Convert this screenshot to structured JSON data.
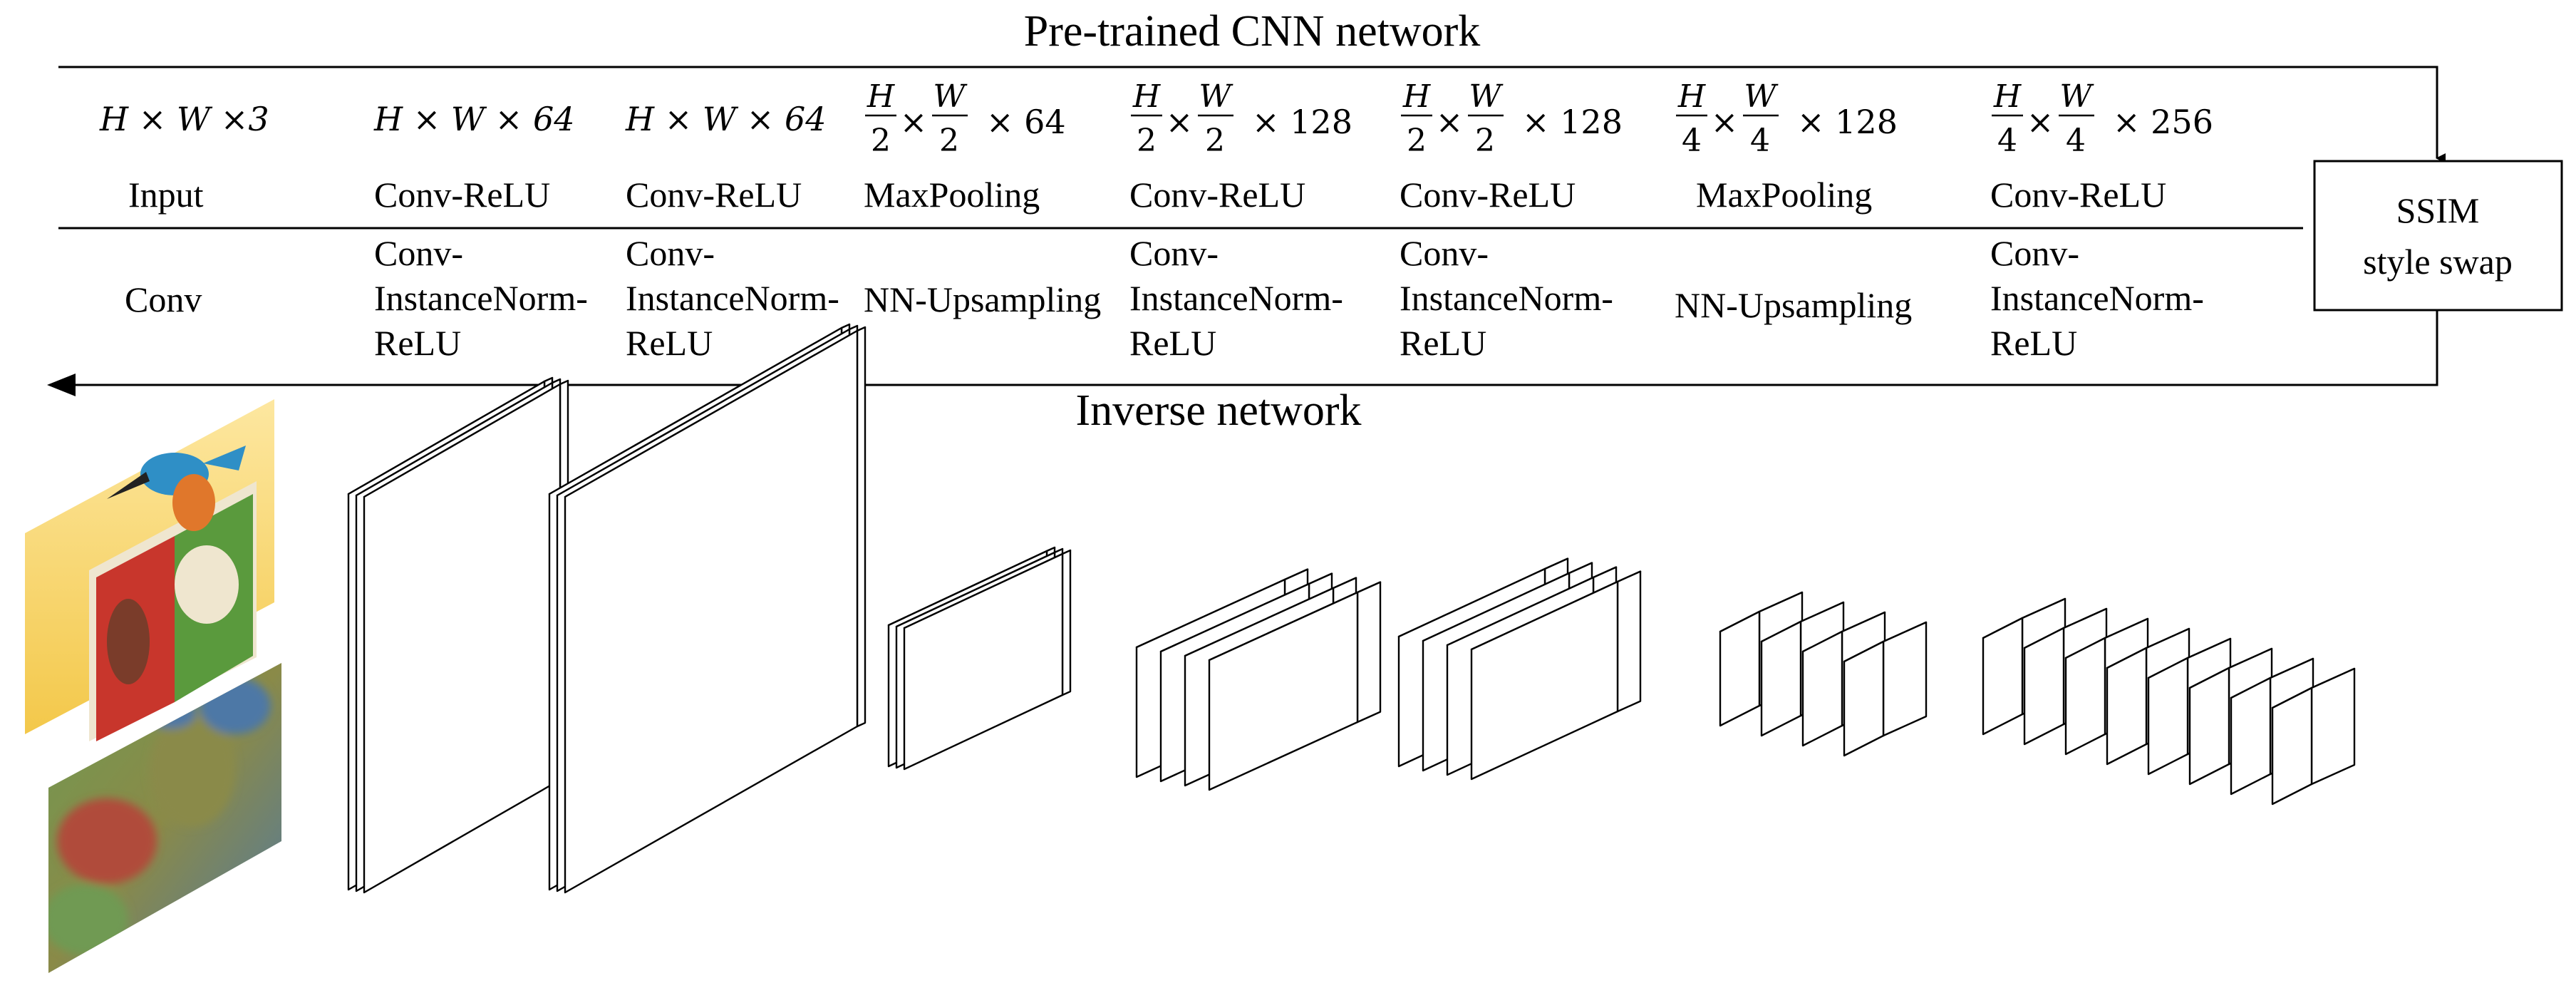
{
  "top_title": "Pre-trained CNN network",
  "bottom_title": "Inverse network",
  "ssim_box": {
    "line1": "SSIM",
    "line2": "style swap"
  },
  "columns": [
    {
      "shape": {
        "plain": "H × W ×3"
      },
      "encoder": "Input",
      "decoder": [
        "Conv"
      ]
    },
    {
      "shape": {
        "plain": "H × W × 64"
      },
      "encoder": "Conv-ReLU",
      "decoder": [
        "Conv-",
        "InstanceNorm-",
        "ReLU"
      ]
    },
    {
      "shape": {
        "plain": "H × W × 64"
      },
      "encoder": "Conv-ReLU",
      "decoder": [
        "Conv-",
        "InstanceNorm-",
        "ReLU"
      ]
    },
    {
      "shape": {
        "num1": "H",
        "den1": "2",
        "num2": "W",
        "den2": "2",
        "ch": "64"
      },
      "encoder": "MaxPooling",
      "decoder": [
        "NN-Upsampling"
      ]
    },
    {
      "shape": {
        "num1": "H",
        "den1": "2",
        "num2": "W",
        "den2": "2",
        "ch": "128"
      },
      "encoder": "Conv-ReLU",
      "decoder": [
        "Conv-",
        "InstanceNorm-",
        "ReLU"
      ]
    },
    {
      "shape": {
        "num1": "H",
        "den1": "2",
        "num2": "W",
        "den2": "2",
        "ch": "128"
      },
      "encoder": "Conv-ReLU",
      "decoder": [
        "Conv-",
        "InstanceNorm-",
        "ReLU"
      ]
    },
    {
      "shape": {
        "num1": "H",
        "den1": "4",
        "num2": "W",
        "den2": "4",
        "ch": "128"
      },
      "encoder": "MaxPooling",
      "decoder": [
        "NN-Upsampling"
      ]
    },
    {
      "shape": {
        "num1": "H",
        "den1": "4",
        "num2": "W",
        "den2": "4",
        "ch": "256"
      },
      "encoder": "Conv-ReLU",
      "decoder": [
        "Conv-",
        "InstanceNorm-",
        "ReLU"
      ]
    }
  ],
  "images": [
    {
      "name": "style-image",
      "colors": {
        "bg": "#f3c84a",
        "bg2": "#fde7a0",
        "bird_blue": "#2f8fc6",
        "bird_orange": "#e0772b",
        "red": "#c8362c",
        "green": "#5a9a3d",
        "cream": "#efe6cf"
      }
    },
    {
      "name": "stylized-output-image",
      "colors": {
        "green": "#6f9a52",
        "red": "#b04b3a",
        "blue": "#4e78a6",
        "olive": "#8a8a48"
      }
    }
  ],
  "blocks": [
    {
      "name": "block-conv-64-a",
      "slices": 3
    },
    {
      "name": "block-conv-64-b",
      "slices": 3
    },
    {
      "name": "block-pool-64",
      "slices": 3
    },
    {
      "name": "block-conv-128-a",
      "slices": 4
    },
    {
      "name": "block-conv-128-b",
      "slices": 4
    },
    {
      "name": "block-pool-128",
      "slices": 4
    },
    {
      "name": "block-conv-256",
      "slices": 8
    }
  ]
}
